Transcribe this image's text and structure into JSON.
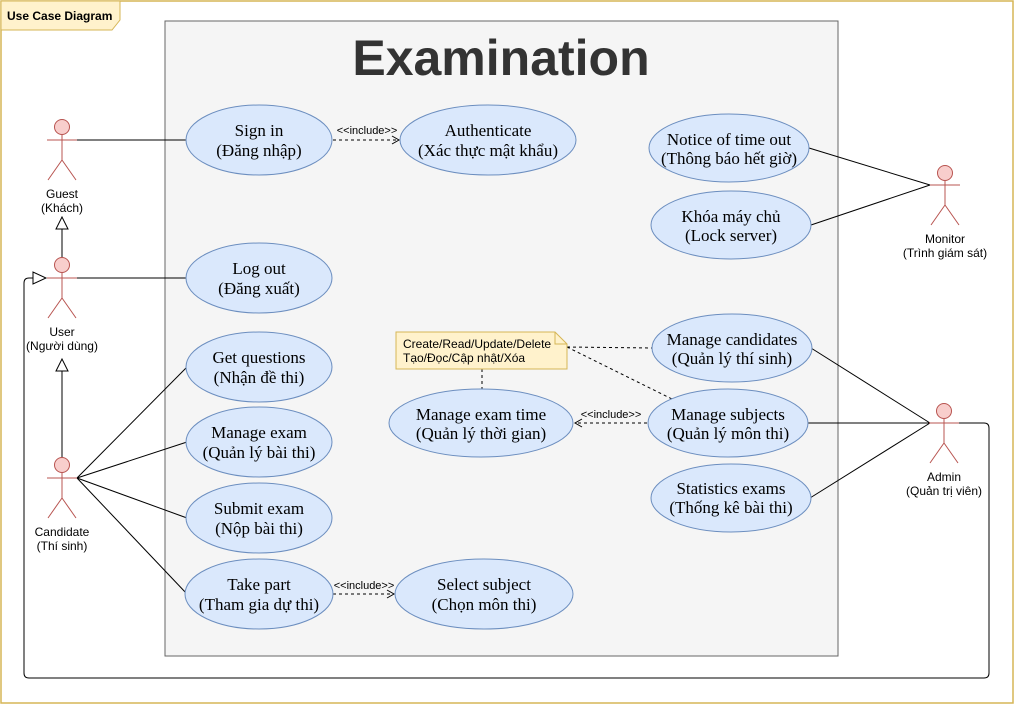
{
  "frame": {
    "label": "Use Case Diagram"
  },
  "system": {
    "title": "Examination"
  },
  "colors": {
    "frame_border": "#d6b656",
    "frame_tag_fill": "#fff2cc",
    "system_fill": "#f5f5f5",
    "usecase_fill": "#dae8fc",
    "usecase_stroke": "#6c8ebf",
    "actor_stroke": "#b85450",
    "actor_fill": "#f8cecc",
    "note_fill": "#fff2cc",
    "note_stroke": "#d6b656"
  },
  "actors": {
    "guest": {
      "name": "Guest",
      "sub": "(Khách)"
    },
    "user": {
      "name": "User",
      "sub": "(Người dùng)"
    },
    "candidate": {
      "name": "Candidate",
      "sub": "(Thí sinh)"
    },
    "monitor": {
      "name": "Monitor",
      "sub": "(Trình giám sát)"
    },
    "admin": {
      "name": "Admin",
      "sub": "(Quản trị viên)"
    }
  },
  "usecases": {
    "sign_in": {
      "l1": "Sign in",
      "l2": "(Đăng nhập)"
    },
    "authenticate": {
      "l1": "Authenticate",
      "l2": "(Xác thực mật khẩu)"
    },
    "log_out": {
      "l1": "Log out",
      "l2": "(Đăng xuất)"
    },
    "get_questions": {
      "l1": "Get questions",
      "l2": "(Nhận đề thi)"
    },
    "manage_exam": {
      "l1": "Manage exam",
      "l2": "(Quản lý bài thi)"
    },
    "submit_exam": {
      "l1": "Submit exam",
      "l2": "(Nộp bài thi)"
    },
    "take_part": {
      "l1": "Take part",
      "l2": "(Tham gia dự thi)"
    },
    "select_subject": {
      "l1": "Select subject",
      "l2": "(Chọn môn thi)"
    },
    "manage_exam_time": {
      "l1": "Manage exam time",
      "l2": "(Quản lý thời gian)"
    },
    "notice_time_out": {
      "l1": "Notice of time out",
      "l2": "(Thông báo hết giờ)"
    },
    "lock_server": {
      "l1": "Khóa máy chủ",
      "l2": "(Lock server)"
    },
    "manage_candidates": {
      "l1": "Manage candidates",
      "l2": "(Quản lý thí sinh)"
    },
    "manage_subjects": {
      "l1": "Manage subjects",
      "l2": "(Quản lý môn thi)"
    },
    "statistics_exams": {
      "l1": "Statistics exams",
      "l2": "(Thống kê bài thi)"
    }
  },
  "relations": {
    "include_label": "<<include>>"
  },
  "note": {
    "l1": "Create/Read/Update/Delete",
    "l2": "Tạo/Đọc/Cập nhật/Xóa"
  }
}
